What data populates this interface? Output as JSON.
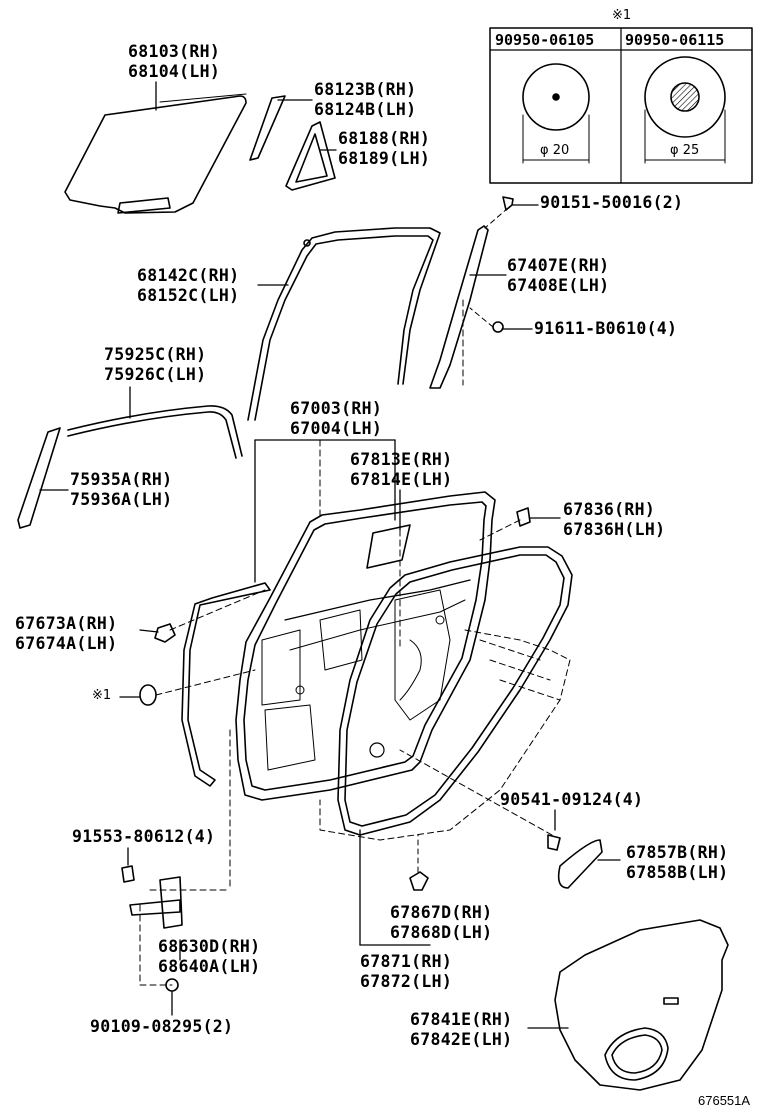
{
  "diagram": {
    "reference_code": "676551A",
    "note_marker": "※1",
    "detail_box": {
      "marker": "※1",
      "left_part": "90950-06105",
      "right_part": "90950-06115",
      "left_dim": "φ 20",
      "right_dim": "φ 25"
    },
    "labels": {
      "glass": {
        "rh": "68103(RH)",
        "lh": "68104(LH)"
      },
      "quarter_glass": {
        "rh": "68123B(RH)",
        "lh": "68124B(LH)"
      },
      "quarter_weatherstrip": {
        "rh": "68188(RH)",
        "lh": "68189(LH)"
      },
      "run_channel": {
        "rh": "68142C(RH)",
        "lh": "68152C(LH)"
      },
      "roof_molding": {
        "rh": "75925C(RH)",
        "lh": "75926C(LH)"
      },
      "pillar_garnish": {
        "rh": "75935A(RH)",
        "lh": "75936A(LH)"
      },
      "division_bar": {
        "rh": "67407E(RH)",
        "lh": "67408E(LH)"
      },
      "screw_top": "90151-50016(2)",
      "bolt_division": "91611-B0610(4)",
      "door_panel": {
        "rh": "67003(RH)",
        "lh": "67004(LH)"
      },
      "service_hole_cover": {
        "rh": "67813E(RH)",
        "lh": "67814E(LH)"
      },
      "clip_836": {
        "rh": "67836(RH)",
        "lh": "67836H(LH)"
      },
      "belt_moulding": {
        "rh": "67673A(RH)",
        "lh": "67674A(LH)"
      },
      "plug_ref": "※1",
      "clip_bolt": "90541-09124(4)",
      "cover_857": {
        "rh": "67857B(RH)",
        "lh": "67858B(LH)"
      },
      "bolt_nut": "91553-80612(4)",
      "check_assy": {
        "rh": "68630D(RH)",
        "lh": "68640A(LH)"
      },
      "screw_bottom": "90109-08295(2)",
      "clip_867": {
        "rh": "67867D(RH)",
        "lh": "67868D(LH)"
      },
      "weatherstrip": {
        "rh": "67871(RH)",
        "lh": "67872(LH)"
      },
      "trim_board": {
        "rh": "67841E(RH)",
        "lh": "67842E(LH)"
      }
    }
  }
}
